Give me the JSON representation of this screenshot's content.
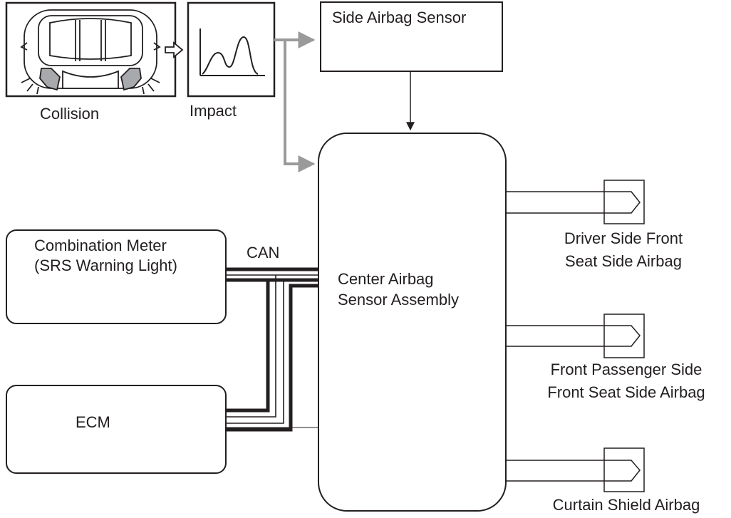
{
  "colors": {
    "ink": "#231f20",
    "gray_arrow": "#9a9a9a",
    "car_fill": "#a7a9ac"
  },
  "nodes": {
    "collision": {
      "label": "Collision",
      "icon": "car-collision-icon"
    },
    "impact": {
      "label": "Impact",
      "icon": "impact-waveform-icon"
    },
    "side_airbag_sensor": {
      "label": "Side Airbag Sensor"
    },
    "center_airbag": {
      "label_line1": "Center Airbag",
      "label_line2": "Sensor Assembly"
    },
    "combination_meter": {
      "label_line1": "Combination Meter",
      "label_line2": "(SRS Warning Light)"
    },
    "ecm": {
      "label": "ECM"
    },
    "driver_airbag": {
      "label_line1": "Driver Side Front",
      "label_line2": "Seat Side Airbag"
    },
    "passenger_airbag": {
      "label_line1": "Front Passenger Side",
      "label_line2": "Front Seat Side Airbag"
    },
    "curtain_airbag": {
      "label": "Curtain Shield Airbag"
    }
  },
  "bus": {
    "label": "CAN"
  }
}
